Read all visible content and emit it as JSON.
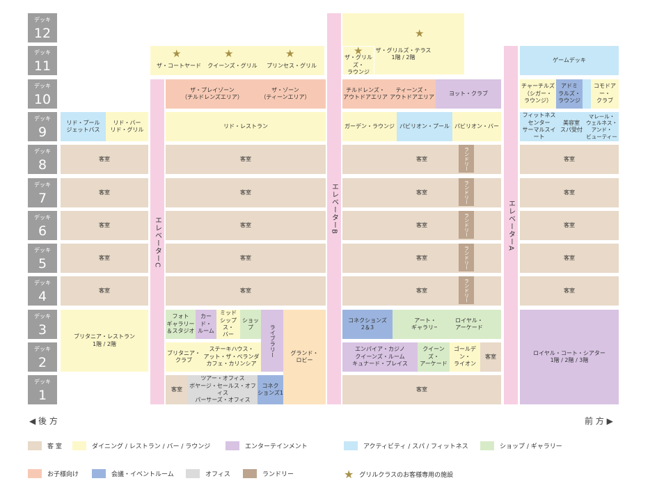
{
  "deck_prefix": "デッキ",
  "decks": [
    "12",
    "11",
    "10",
    "9",
    "8",
    "7",
    "6",
    "5",
    "4",
    "3",
    "2",
    "1"
  ],
  "elevators": {
    "c": "エレベーターC",
    "b": "エレベーターB",
    "a": "エレベーターA"
  },
  "rooms": {
    "cabin": "客室",
    "courtyard": "ザ・コートヤード",
    "queens_grill": "クイーンズ・グリル",
    "princess_grill": "プリンセス・グリル",
    "grills_lounge": "ザ・グリルズ・\nラウンジ",
    "grills_terrace": "ザ・グリルズ・テラス\n1階 / 2階",
    "game_deck": "ゲームデッキ",
    "playzone": "ザ・プレイゾーン\n（チルドレンズエリア）",
    "zone": "ザ・ゾーン\n（ティーンエリア）",
    "children_outdoor": "チルドレンズ・\nアウトドアエリア",
    "teens_outdoor": "ティーンズ・\nアウトドアエリア",
    "yacht_club": "ヨット・クラブ",
    "churchills": "チャーチルズ\n（シガー・\nラウンジ）",
    "admirals": "アドミ\nラルズ・\nラウンジ",
    "commodore": "コモドアー・\nクラブ",
    "lido_pool": "リド・プール\nジェットバス",
    "lido_bar": "リド・バー\nリド・グリル",
    "lido_restaurant": "リド・レストラン",
    "garden_lounge": "ガーデン・ラウンジ",
    "pavilion_pool": "パビリオン・プール",
    "pavilion_bar": "パビリオン・バー",
    "fitness": "フィットネス\nセンター\nサーマルスイート",
    "beauty_salon": "美容室\nスパ受付",
    "mareel": "マレール・\nウェルネス・\nアンド・\nビューティー",
    "laundry": "ランドリー",
    "britannia_restaurant": "ブリタニア・レストラン\n1階 / 2階",
    "photo_gallery": "フォト\nギャラリー\n＆スタジオ",
    "card_room": "カード・\nルーム",
    "midships_bar": "ミッド\nシップス・\nバー",
    "shop": "ショップ",
    "library": "ライブラリー",
    "grand_lobby": "グランド・\nロビー",
    "connexions_23": "コネクションズ\n2＆3",
    "art_gallery": "アート・\nギャラリー",
    "royal_arcade": "ロイヤル・\nアーケード",
    "royal_court_theatre": "ロイヤル・コート・シアター\n1階 / 2階 / 3階",
    "britannia_club": "ブリタニア・\nクラブ",
    "steakhouse": "ステーキハウス・\nアット・ザ・ベランダ\nカフェ・カリンシア",
    "empire_casino": "エンパイア・カジノ\nクイーンズ・ルーム\nキュナード・プレイス",
    "queens_arcade": "クイーンズ・\nアーケード",
    "golden_lion": "ゴールデン・\nライオン",
    "tour_office": "ツアー・オフィス\nボヤージ・セールス・オフィス\nパーサーズ・オフィス",
    "connexions_1": "コネク\nションズ1"
  },
  "directions": {
    "aft": "◀ 後 方",
    "fore": "前 方 ▶"
  },
  "legend": {
    "cabin": "客 室",
    "dining": "ダイニング / レストラン / バー / ラウンジ",
    "entertainment": "エンターテインメント",
    "activity": "アクティビティ / スパ / フィットネス",
    "shop": "ショップ / ギャラリー",
    "kids": "お子様向け",
    "meeting": "会議・イベントルーム",
    "office": "オフィス",
    "laundry": "ランドリー",
    "grill": "グリルクラスのお客様専用の施設"
  },
  "colors": {
    "cabin": "#e8d9c8",
    "dining": "#fdf8c9",
    "entertainment": "#d8c3e3",
    "activity": "#c6e7f7",
    "shop": "#d8ebc8",
    "kids": "#f7c9b4",
    "meeting": "#9bb4df",
    "office": "#dbdbdb",
    "laundry": "#bca48e",
    "elevator": "#f6cfe3",
    "deck_label": "#9d9d9d",
    "star": "#a89148"
  }
}
